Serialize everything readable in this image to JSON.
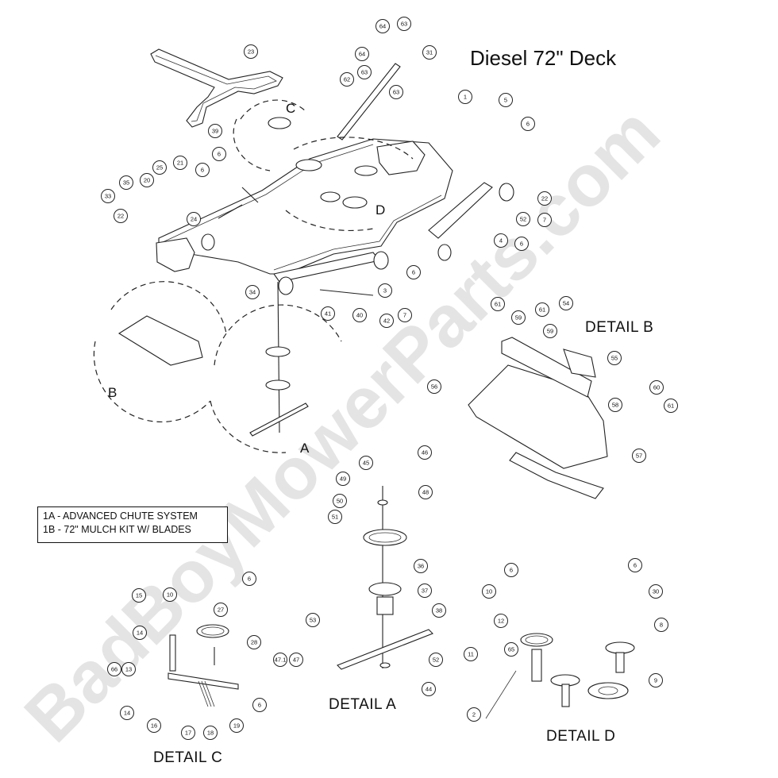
{
  "title": "Diesel 72\" Deck",
  "details": {
    "a": "DETAIL  A",
    "b": "DETAIL  B",
    "c": "DETAIL  C",
    "d": "DETAIL  D"
  },
  "view_markers": {
    "a": "A",
    "b": "B",
    "c": "C",
    "d": "D"
  },
  "legend": [
    "1A - ADVANCED CHUTE SYSTEM",
    "1B - 72\" MULCH KIT W/ BLADES"
  ],
  "watermark": "BadBoyMowerParts.com",
  "callouts": {
    "main": [
      "23",
      "64",
      "63",
      "64",
      "63",
      "31",
      "62",
      "63",
      "1",
      "5",
      "6",
      "39",
      "6",
      "21",
      "25",
      "20",
      "6",
      "35",
      "33",
      "22",
      "24",
      "52",
      "7",
      "22",
      "4",
      "6",
      "34",
      "6",
      "3",
      "41",
      "40",
      "42",
      "7"
    ],
    "detail_b": [
      "61",
      "59",
      "61",
      "59",
      "54",
      "55",
      "60",
      "56",
      "58",
      "61",
      "57"
    ],
    "detail_a": [
      "45",
      "46",
      "49",
      "50",
      "51",
      "48",
      "36",
      "37",
      "38",
      "53",
      "52",
      "47.1",
      "47",
      "44"
    ],
    "detail_c": [
      "15",
      "10",
      "6",
      "27",
      "14",
      "28",
      "66",
      "13",
      "14",
      "16",
      "17",
      "18",
      "19",
      "6"
    ],
    "detail_d": [
      "6",
      "10",
      "12",
      "65",
      "11",
      "2",
      "6",
      "30",
      "8",
      "9"
    ]
  }
}
